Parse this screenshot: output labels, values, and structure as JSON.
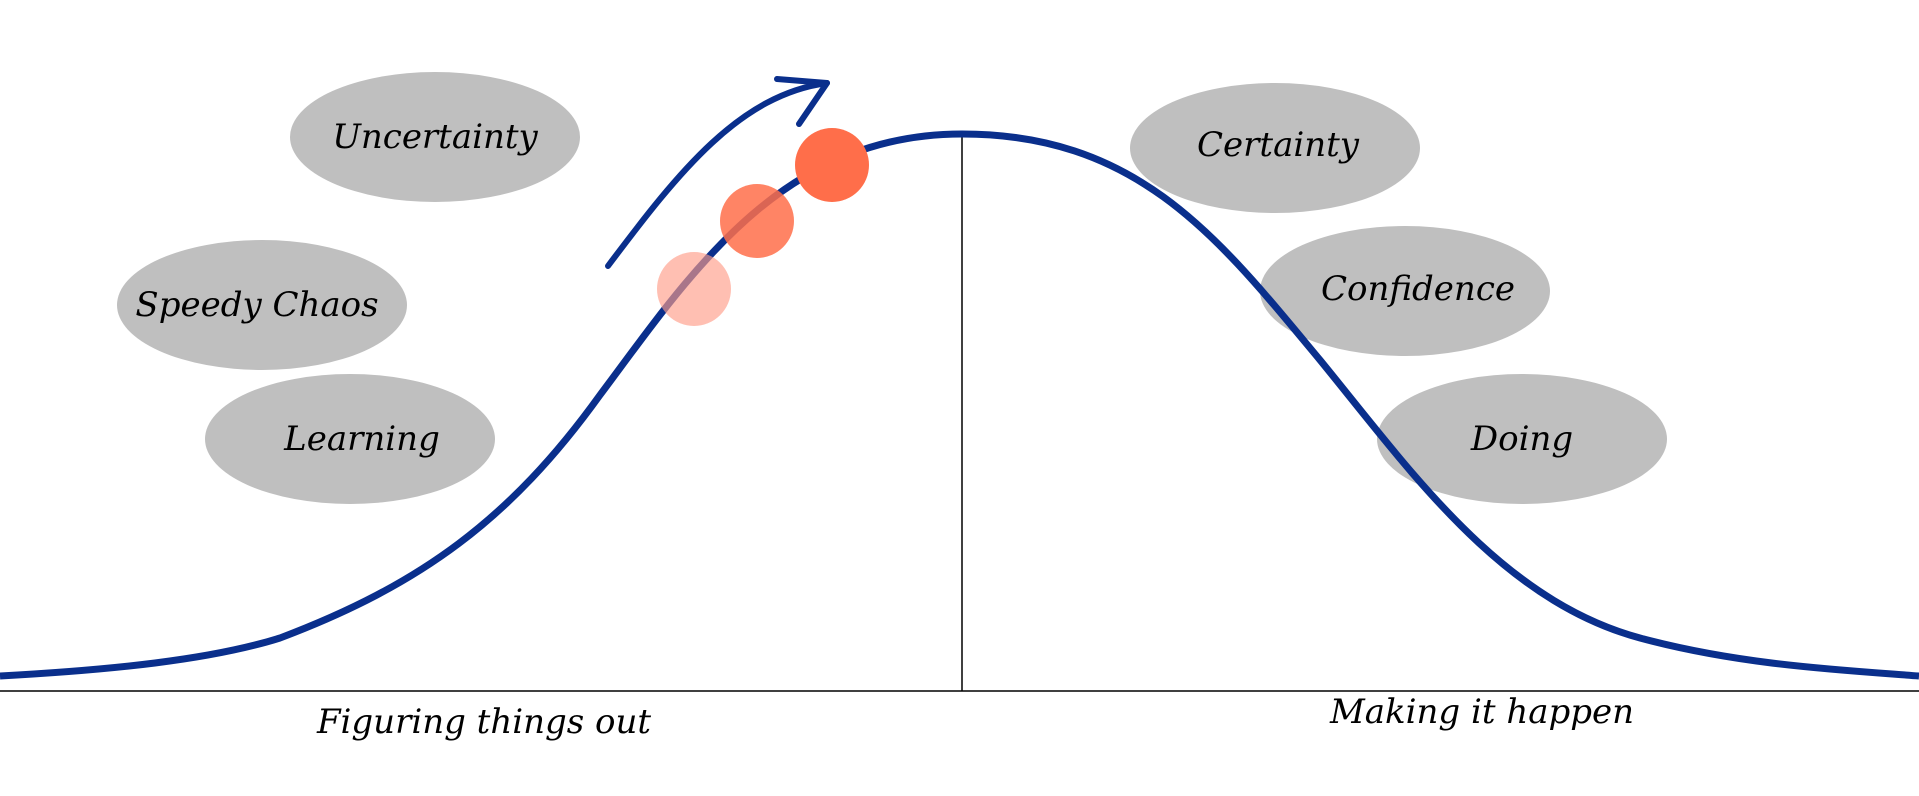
{
  "diagram": {
    "left_bubbles": {
      "uncertainty": "Uncertainty",
      "speedy_chaos": "Speedy Chaos",
      "learning": "Learning"
    },
    "right_bubbles": {
      "certainty": "Certainty",
      "confidence": "Confidence",
      "doing": "Doing"
    },
    "axis_labels": {
      "left": "Figuring things out",
      "right": "Making it happen"
    },
    "colors": {
      "curve": "#0a2f8c",
      "bubble": "#bfbfbf",
      "marker_strong": "#ff6e4a",
      "marker_mid": "#ff7f5c",
      "marker_light": "#ffb3a3",
      "axis": "#000000"
    }
  }
}
